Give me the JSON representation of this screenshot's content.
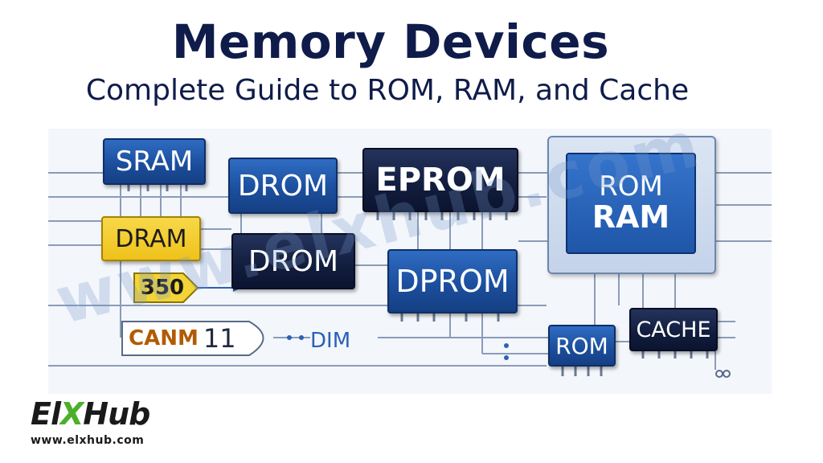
{
  "header": {
    "title": "Memory Devices",
    "subtitle": "Complete Guide to ROM, RAM, and Cache"
  },
  "chips": {
    "sram": "SRAM",
    "drom_top": "DROM",
    "eprom": "EPROM",
    "dram": "DRAM",
    "drom_mid": "DROM",
    "dprom": "DPROM",
    "rom_ram_line1": "ROM",
    "rom_ram_line2": "RAM",
    "rom_small": "ROM",
    "cache": "CACHE"
  },
  "tags": {
    "tag_350": "350",
    "canm_text": "CANM",
    "canm_number": "11",
    "dim_text": "DIM"
  },
  "watermark": "www.elxhub.com",
  "logo": {
    "brand_left": "El",
    "brand_x": "X",
    "brand_right": "Hub",
    "url": "www.elxhub.com"
  },
  "colors": {
    "title": "#0f1c4a",
    "chip_blue": "#1c4f9e",
    "chip_navy": "#121d3d",
    "chip_yellow": "#efc21a",
    "logo_accent": "#4caf2c"
  }
}
